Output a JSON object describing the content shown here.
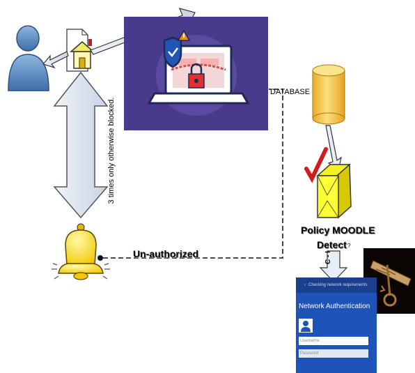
{
  "labels": {
    "database": "DATABASE",
    "policy": "Policy MOODLE",
    "detect": "Detect",
    "question_mark": "?",
    "unauthorized": "Un-authorized",
    "vertical_arrow": "3 times only otherwise blocked.",
    "ci": "C - I"
  },
  "phone": {
    "status": "Checking network requirements",
    "title": "Network Authentication",
    "username_placeholder": "Username",
    "password_placeholder": "Password"
  },
  "colors": {
    "panel": "#4a3a8c",
    "cylinder": "#f2c744",
    "box": "#ffff33",
    "check": "#d01c1c",
    "user": "#4a7fb8",
    "bell": "#ffe800",
    "phone": "#1e54b8"
  },
  "icons": [
    "user-icon",
    "home-icon",
    "laptop-security-icon",
    "database-icon",
    "yellow-box-icon",
    "check-icon",
    "bell-icon",
    "key-icon"
  ]
}
